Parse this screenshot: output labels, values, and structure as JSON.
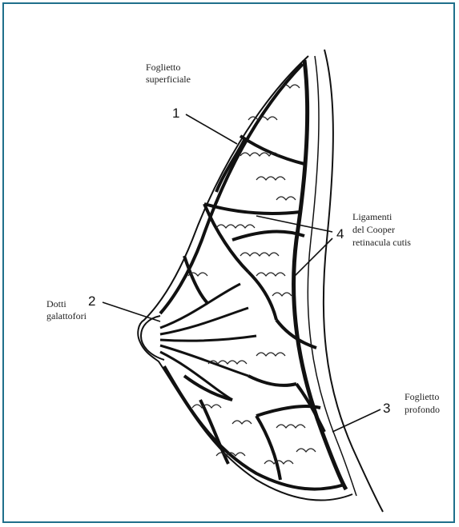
{
  "border_color": "#1f6f8b",
  "labels": {
    "superficial_line1": "Foglietto",
    "superficial_line2": "superficiale",
    "ducts_line1": "Dotti",
    "ducts_line2": "galattofori",
    "ligaments_line1": "Ligamenti",
    "ligaments_line2": "del Cooper",
    "ligaments_line3": "retinacula cutis",
    "deep_line1": "Foglietto",
    "deep_line2": "profondo"
  },
  "numbers": {
    "n1": "1",
    "n2": "2",
    "n3": "3",
    "n4": "4"
  }
}
